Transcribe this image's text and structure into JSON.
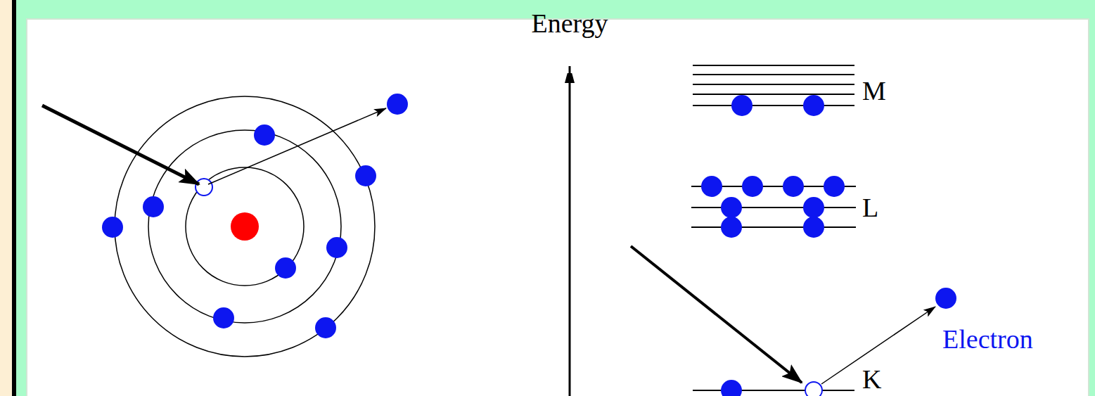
{
  "diagram": {
    "labels": [
      "Energy",
      "M",
      "L",
      "K",
      "Electron"
    ]
  }
}
